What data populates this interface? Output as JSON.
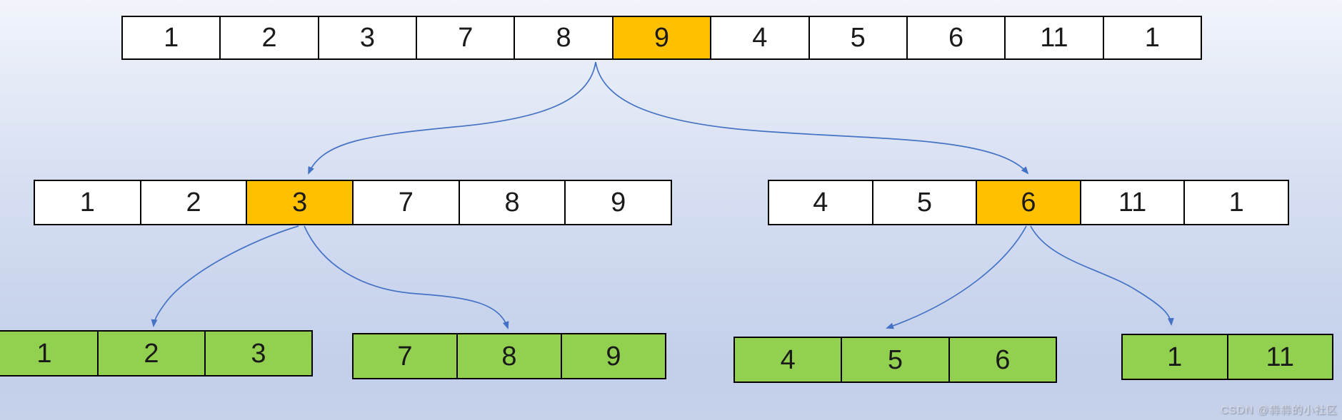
{
  "diagram": {
    "description_values_only": "array split diagram",
    "arrays": {
      "root": {
        "values": [
          "1",
          "2",
          "3",
          "7",
          "8",
          "9",
          "4",
          "5",
          "6",
          "11",
          "1"
        ],
        "highlight_index": 5
      },
      "left": {
        "values": [
          "1",
          "2",
          "3",
          "7",
          "8",
          "9"
        ],
        "highlight_index": 2
      },
      "right": {
        "values": [
          "4",
          "5",
          "6",
          "11",
          "1"
        ],
        "highlight_index": 2
      },
      "leaf1": {
        "values": [
          "1",
          "2",
          "3"
        ]
      },
      "leaf2": {
        "values": [
          "7",
          "8",
          "9"
        ]
      },
      "leaf3": {
        "values": [
          "4",
          "5",
          "6"
        ]
      },
      "leaf4": {
        "values": [
          "1",
          "11"
        ]
      }
    }
  },
  "colors": {
    "highlight": "#FFC000",
    "leaf": "#92D050",
    "arrow": "#4472C4",
    "cell_bg": "#FFFFFF",
    "border": "#000000"
  },
  "watermark": "CSDN @犇犇的小社区"
}
